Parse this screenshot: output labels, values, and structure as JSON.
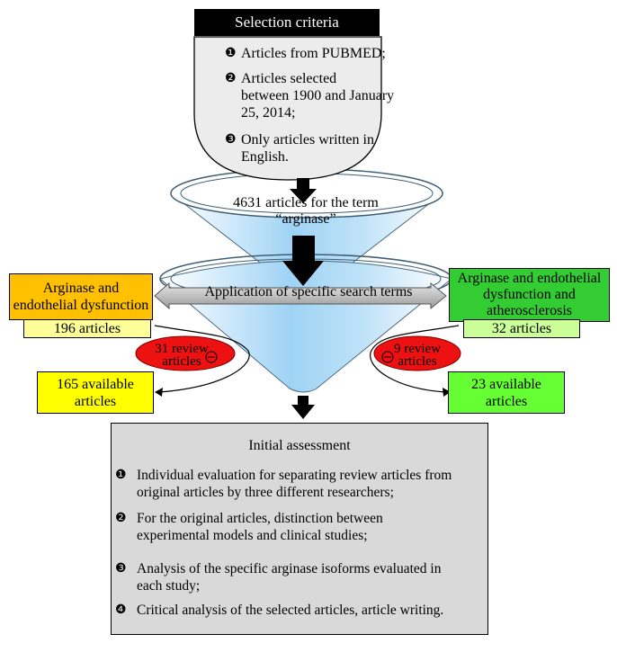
{
  "selection": {
    "title": "Selection criteria",
    "items": [
      {
        "num": "❶",
        "text": "Articles from PUBMED;"
      },
      {
        "num": "❷",
        "text": "Articles selected\nbetween 1900 and January\n25, 2014;"
      },
      {
        "num": "❸",
        "text": "Only articles written in\nEnglish."
      }
    ]
  },
  "funnel": {
    "top_text": "4631 articles for the term\n“arginase”",
    "arrow_label": "Application of specific search terms"
  },
  "left": {
    "title": "Arginase and\nendothelial dysfunction",
    "count": "196 articles",
    "review": "31 review\narticles",
    "available": "165 available\narticles"
  },
  "right": {
    "title": "Arginase and endothelial\ndysfunction and\natherosclerosis",
    "count": "32 articles",
    "review": "9 review\narticles",
    "available": "23 available\narticles"
  },
  "assessment": {
    "title": "Initial assessment",
    "items": [
      {
        "num": "❶",
        "text": "Individual evaluation for separating review articles from\noriginal articles by three different researchers;"
      },
      {
        "num": "❷",
        "text": "For the original articles, distinction between\nexperimental models and clinical studies;"
      },
      {
        "num": "❸",
        "text": "Analysis of the specific arginase isoforms evaluated in\neach study;"
      },
      {
        "num": "❹",
        "text": "Critical analysis of the selected articles, article writing."
      }
    ]
  },
  "colors": {
    "left_title_bg": "#ffc000",
    "left_count_bg": "#ffff99",
    "left_available_bg": "#ffff00",
    "right_title_bg": "#33cc33",
    "right_count_bg": "#ccff99",
    "right_available_bg": "#66ff33",
    "oval": "#ee1111",
    "assessment_bg": "#d9d9d9",
    "funnel_fill": "#9fd3f5"
  }
}
